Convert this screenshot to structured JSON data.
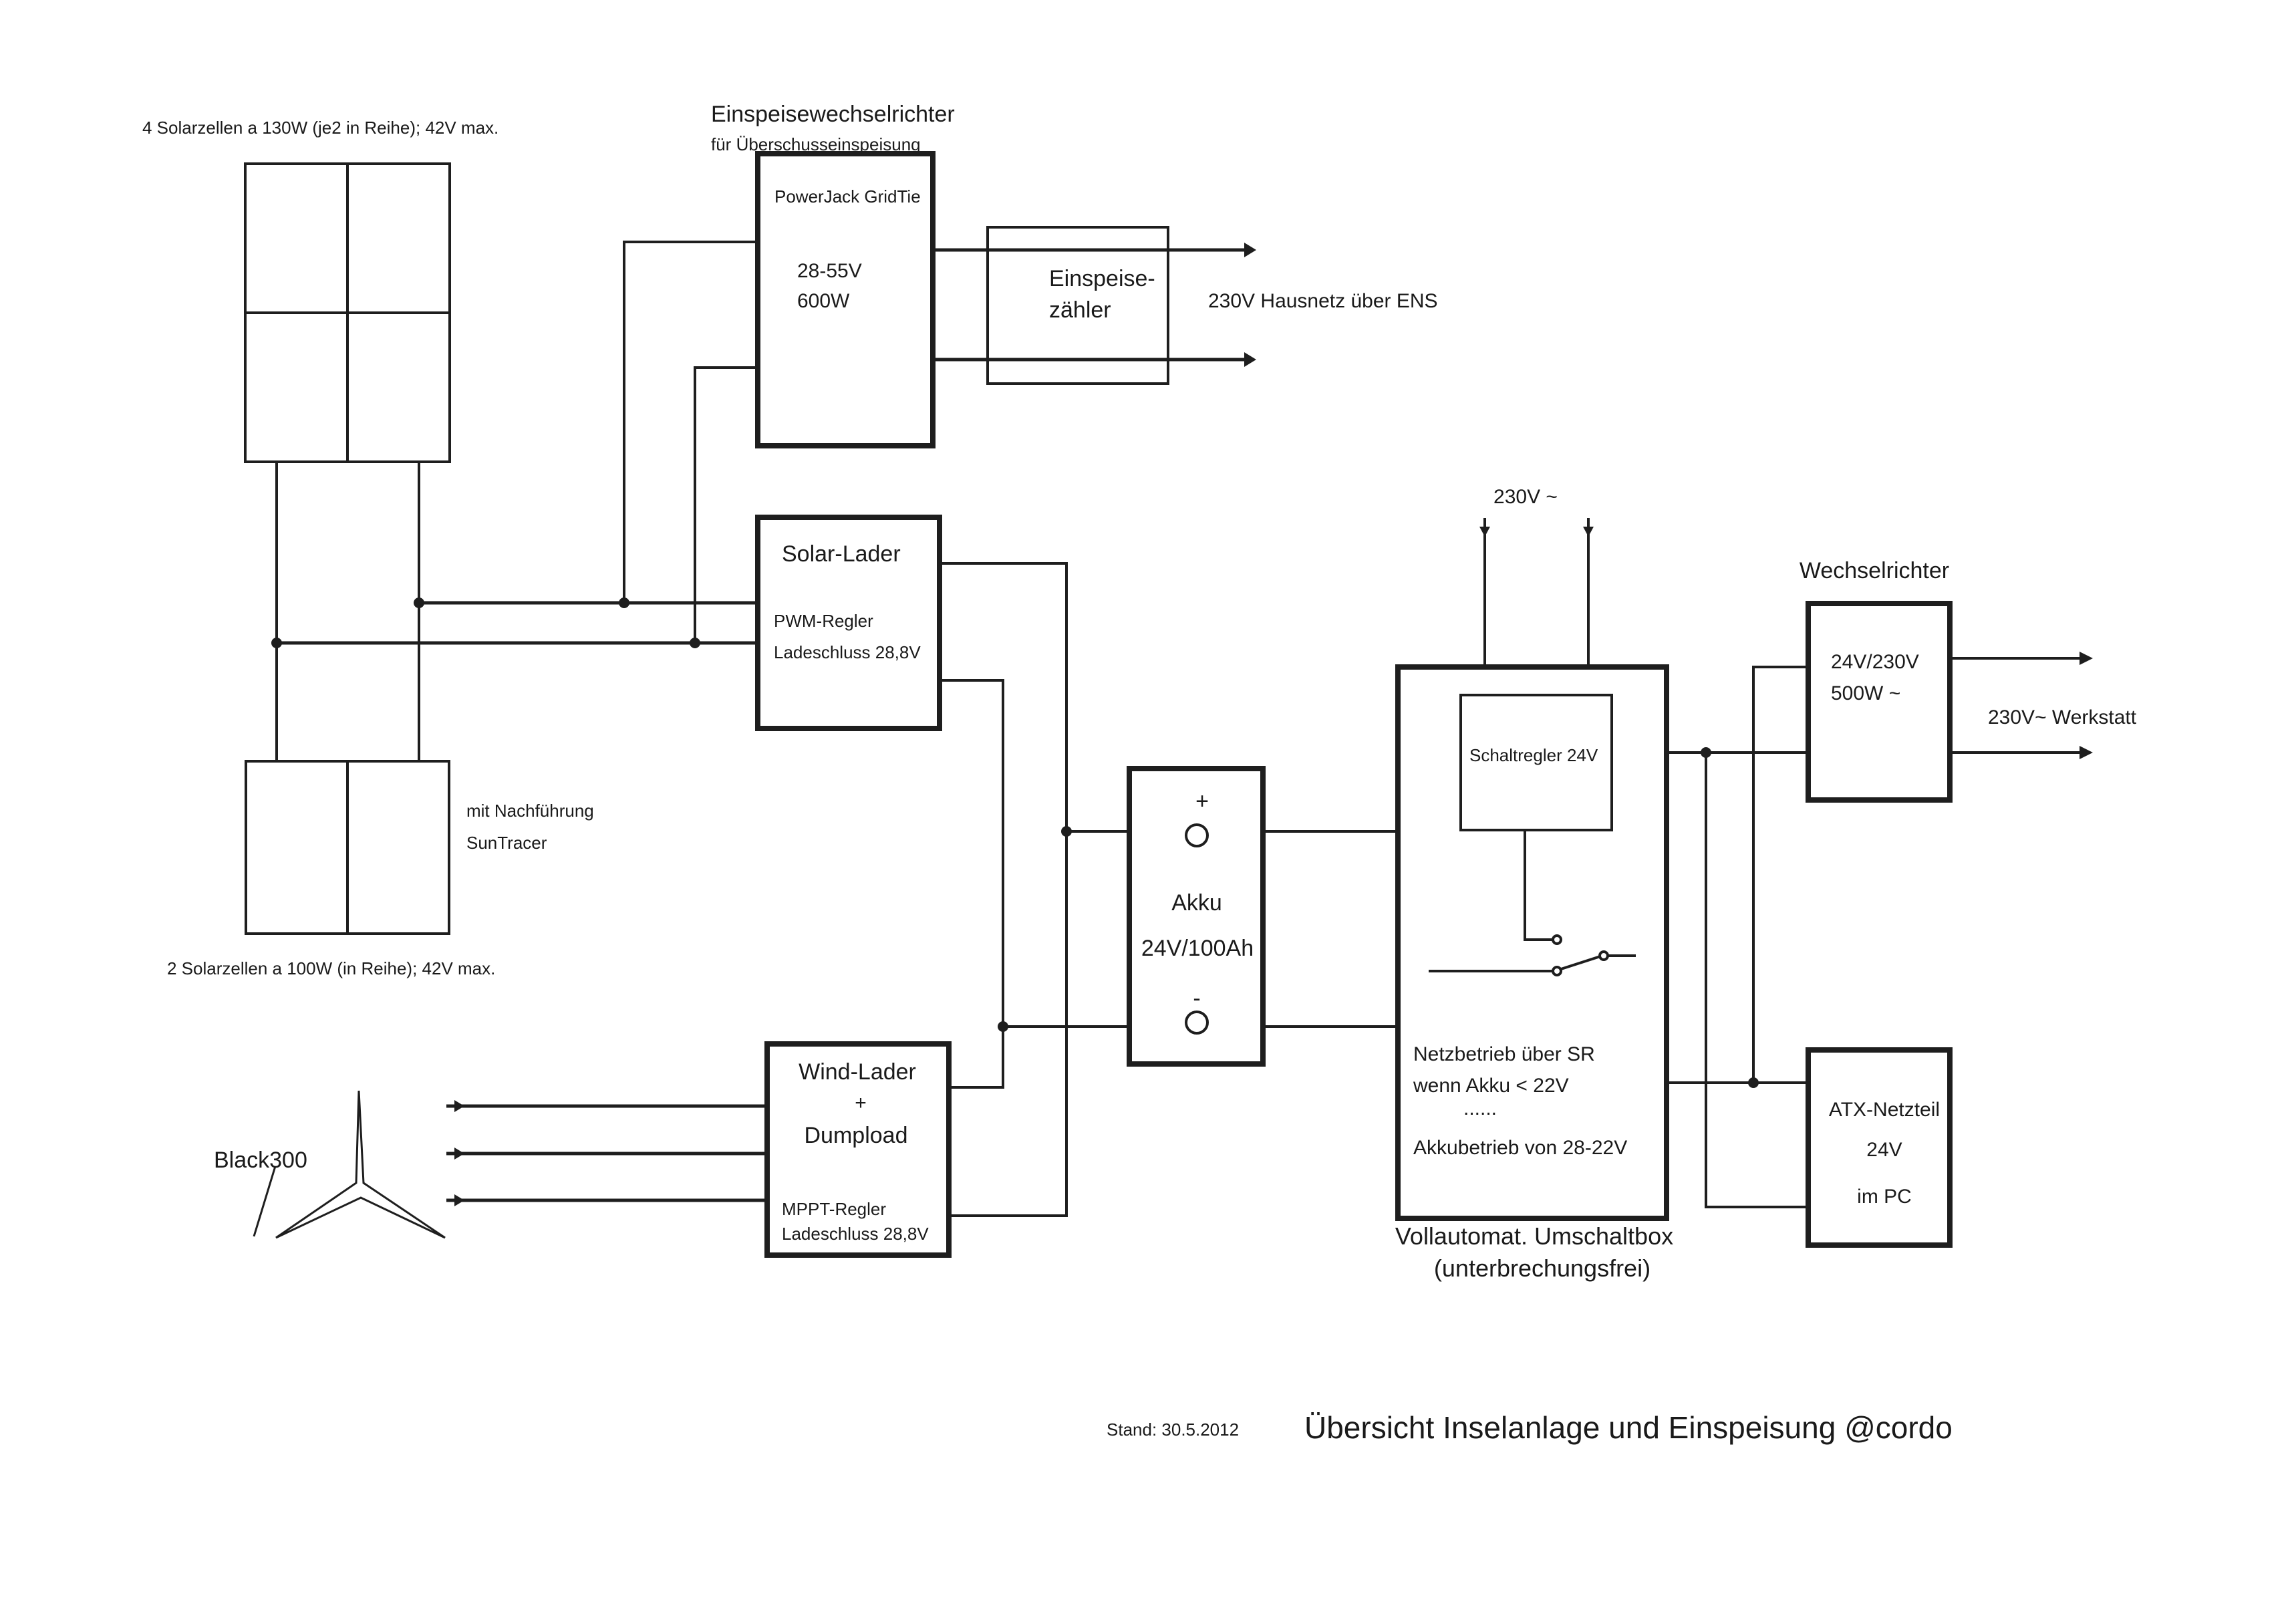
{
  "title": "Übersicht Inselanlage und Einspeisung @cordo",
  "stand": "Stand: 30.5.2012",
  "solar_array_main": {
    "label": "4 Solarzellen a 130W (je2 in Reihe); 42V max.",
    "panel_count": 4
  },
  "solar_array_tracker": {
    "label": "2 Solarzellen a 100W (in Reihe); 42V max.",
    "note_line1": "mit Nachführung",
    "note_line2": "SunTracer",
    "panel_count": 2
  },
  "grid_tie_inverter": {
    "heading": "Einspeisewechselrichter",
    "subheading": "für Überschusseinspeisung",
    "model": "PowerJack GridTie",
    "voltage": "28-55V",
    "power": "600W"
  },
  "feed_meter": {
    "line1": "Einspeise-",
    "line2": "zähler"
  },
  "grid_output_label": "230V Hausnetz über ENS",
  "solar_charger": {
    "title": "Solar-Lader",
    "type": "PWM-Regler",
    "cutoff": "Ladeschluss 28,8V"
  },
  "wind_turbine": {
    "label": "Black300"
  },
  "wind_charger": {
    "line1": "Wind-Lader",
    "line2": "+",
    "line3": "Dumpload",
    "type": "MPPT-Regler",
    "cutoff": "Ladeschluss 28,8V"
  },
  "battery": {
    "plus": "+",
    "minus": "-",
    "name": "Akku",
    "rating": "24V/100Ah"
  },
  "mains_input_label": "230V ~",
  "switch_box": {
    "regulator": "Schaltregler 24V",
    "desc_line1": "Netzbetrieb über SR",
    "desc_line2": "wenn Akku < 22V",
    "desc_line3": "......",
    "desc_line4": "Akkubetrieb von 28-22V",
    "caption_line1": "Vollautomat. Umschaltbox",
    "caption_line2": "(unterbrechungsfrei)"
  },
  "inverter": {
    "heading": "Wechselrichter",
    "rating": "24V/230V",
    "power": "500W ~"
  },
  "workshop_output_label": "230V~ Werkstatt",
  "atx_psu": {
    "name": "ATX-Netzteil",
    "voltage": "24V",
    "location": "im PC"
  }
}
